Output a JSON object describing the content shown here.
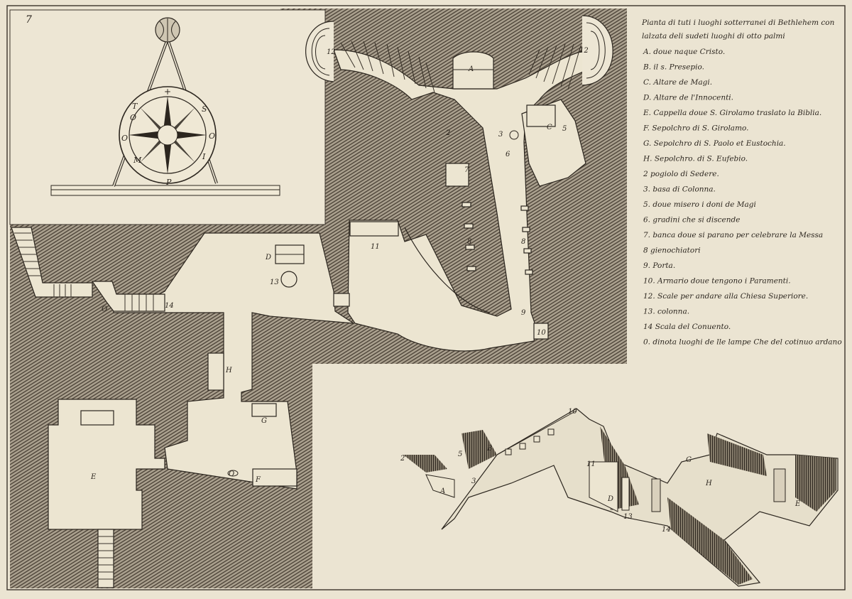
{
  "plate_number": "7",
  "legend": {
    "title_line1": "Pianta di tuti i luoghi sotterranei di Bethlehem con",
    "title_line2": "lalzata deli sudeti luoghi di otto palmi",
    "items": [
      "A. doue naque Cristo.",
      "B. il s. Presepio.",
      "C. Altare de Magi.",
      "D. Altare de l'Innocenti.",
      "E. Cappella doue S. Girolamo traslato la Biblia.",
      "F. Sepolchro di S. Girolamo.",
      "G. Sepolchro di S. Paolo et Eustochia.",
      "H. Sepolchro. di S. Eufebio.",
      "2 pogiolo di Sedere.",
      "3. basa di Colonna.",
      "5. doue misero i doni de Magi",
      "6. gradini che si discende",
      "7. banca doue si parano per celebrare la Messa",
      "8 gienochiatori",
      "9. Porta.",
      "10. Armario doue tengono i Paramenti.",
      "12. Scale per andare alla Chiesa Superiore.",
      "13. colonna.",
      "14 Scala del Conuento.",
      "0. dinota luoghi de lle lampe Che del cotinuo ardano"
    ]
  },
  "compass": {
    "letters": [
      "T",
      "O",
      "S",
      "P",
      "M",
      "I",
      "O",
      "O"
    ]
  },
  "plan_labels": {
    "a": "A",
    "c": "C",
    "d": "D",
    "e": "E",
    "f": "F",
    "g": "G",
    "h": "H",
    "n12a": "12",
    "n12b": "12",
    "n2": "2",
    "n3": "3",
    "n6": "6",
    "n7": "7",
    "n8a": "8",
    "n8b": "8",
    "n9": "9",
    "n10": "10",
    "n11": "11",
    "n13": "13",
    "n14": "14",
    "o1": "O",
    "o2": "O",
    "n5": "5"
  },
  "elevation_labels": {
    "n2": "2",
    "a": "A",
    "n5": "5",
    "b": "B",
    "n3": "3",
    "n10": "10",
    "n11": "11",
    "d": "D",
    "n13": "13",
    "n14": "14",
    "g": "G",
    "h": "H",
    "e": "E"
  }
}
